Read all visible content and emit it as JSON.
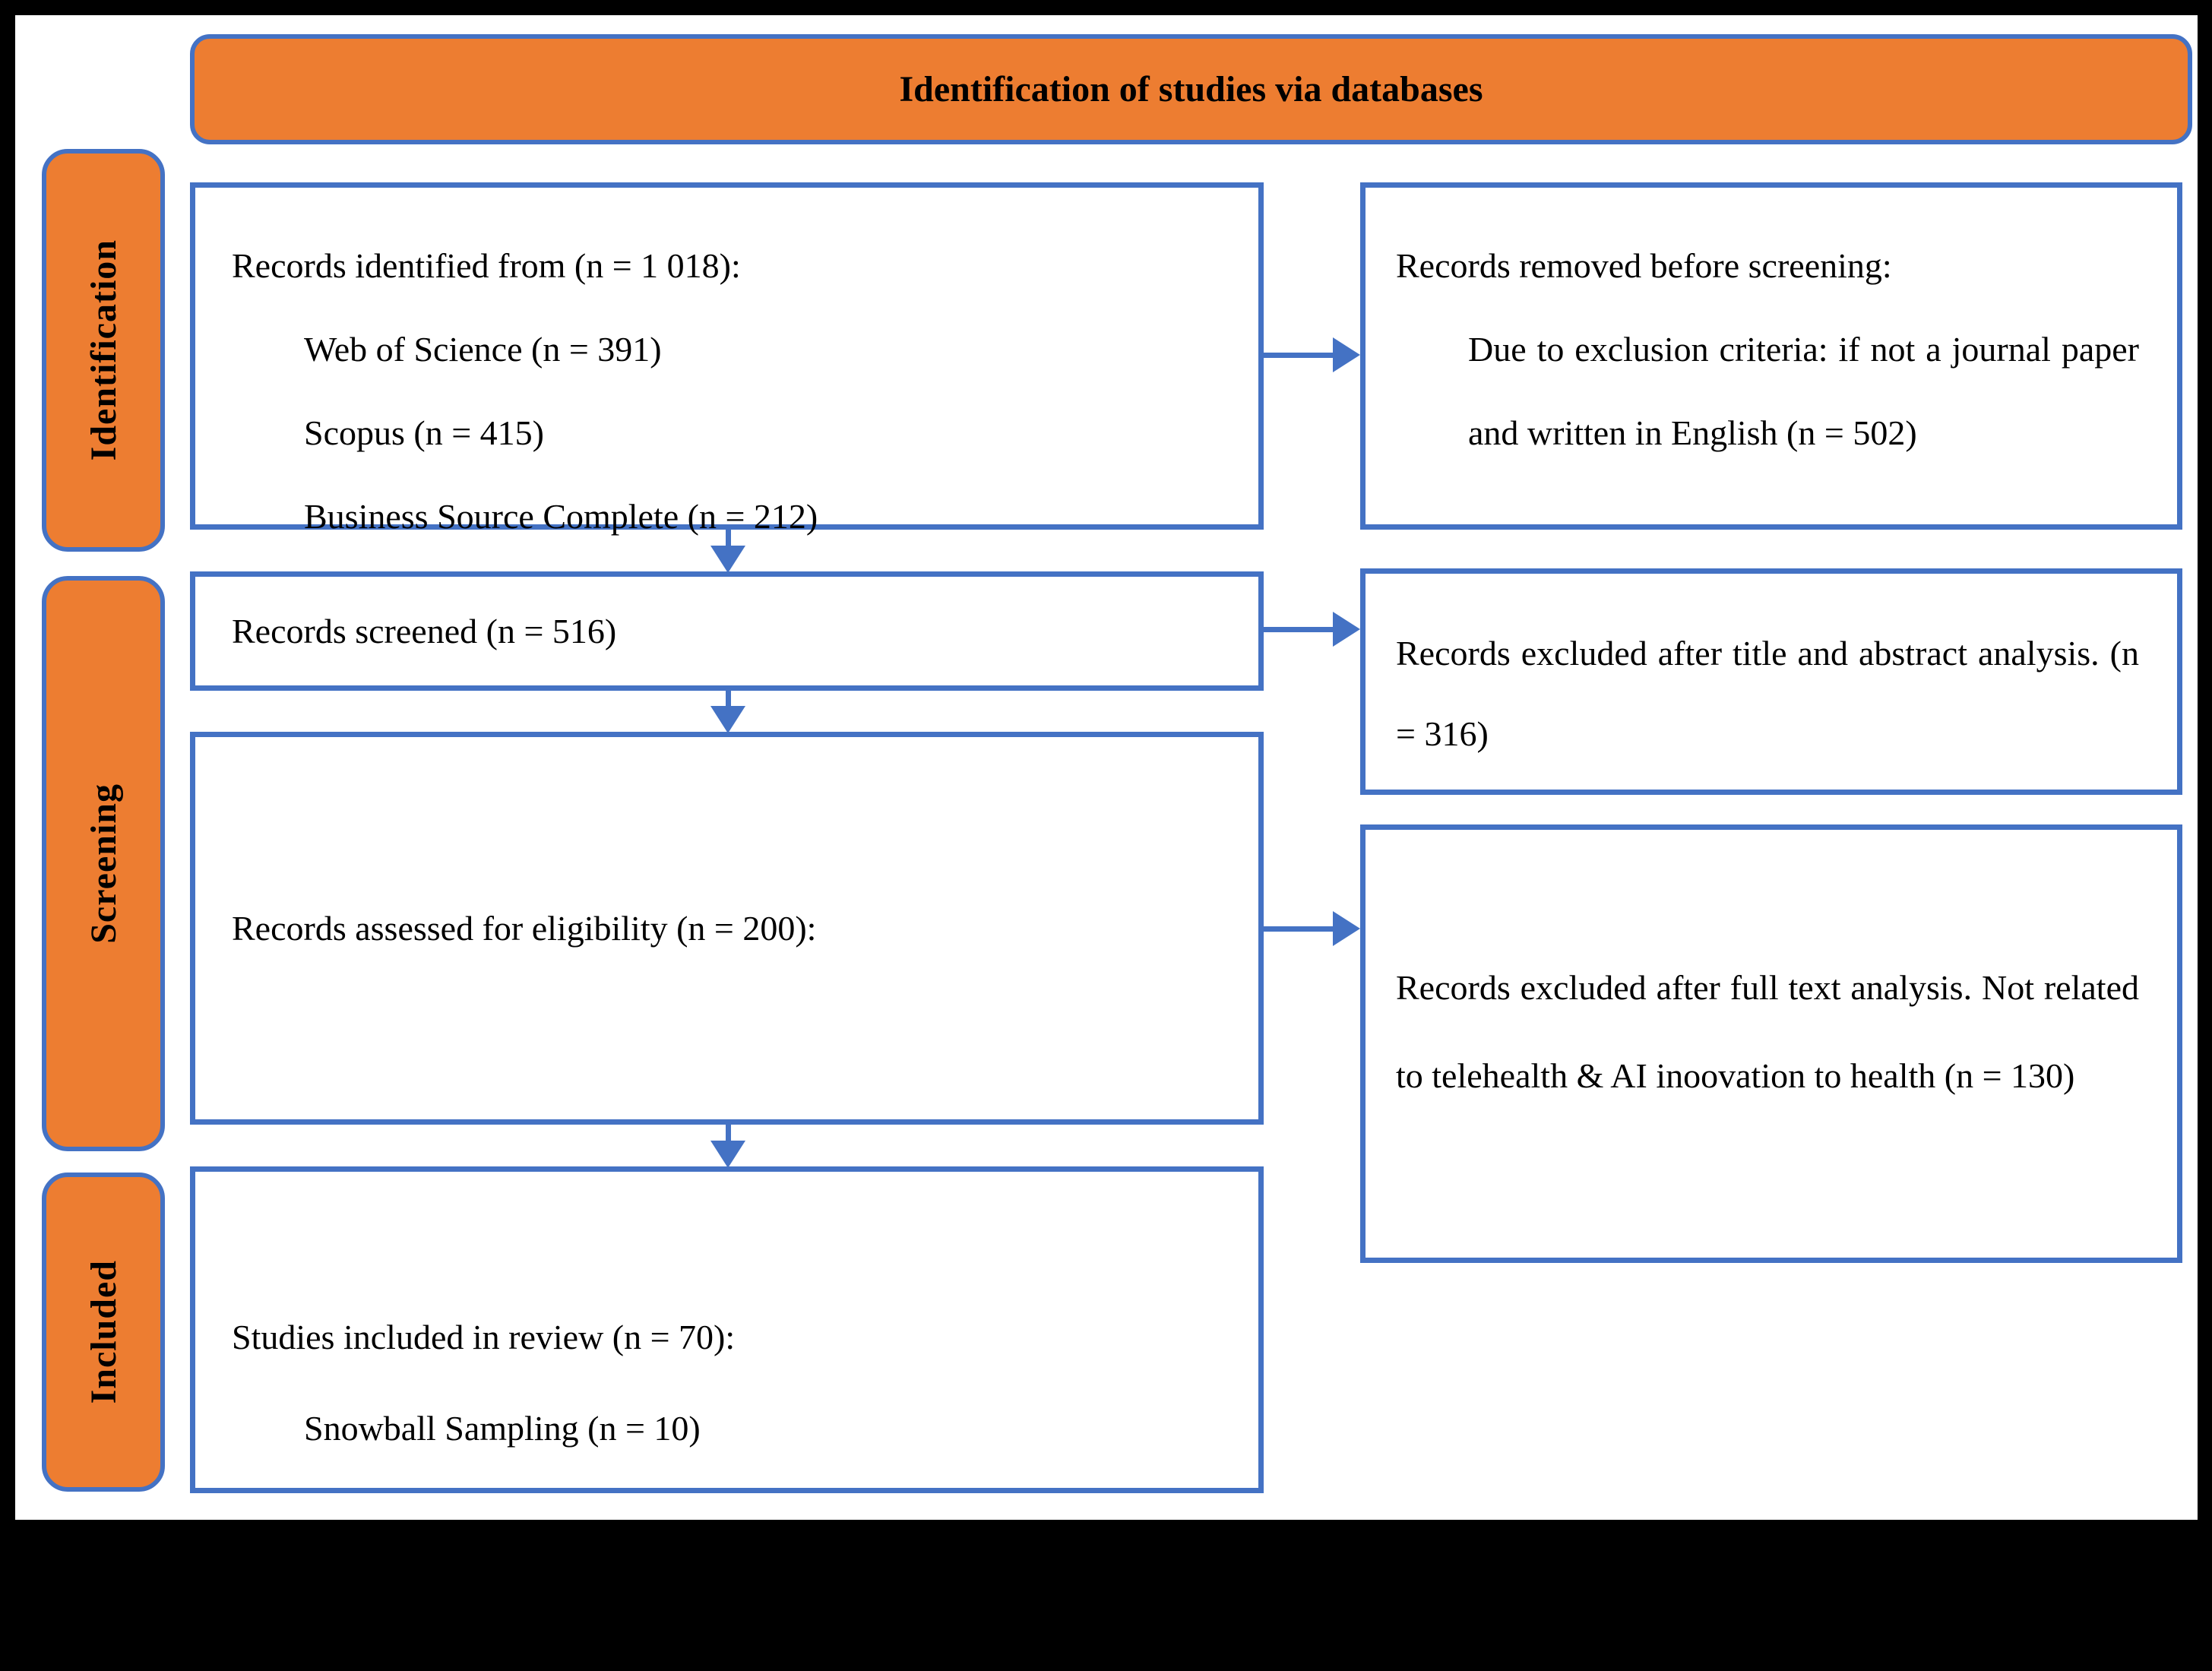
{
  "title": "Identification of studies via databases",
  "colors": {
    "stage_fill": "#ED7D31",
    "border_blue": "#4472C4",
    "background_frame": "#000000",
    "paper": "#FFFFFF",
    "text": "#000000"
  },
  "stages": {
    "identification": "Identification",
    "screening": "Screening",
    "included": "Included"
  },
  "boxes": {
    "identified": {
      "line1": "Records identified from (n = 1 018):",
      "items": [
        "Web of Science (n = 391)",
        "Scopus (n = 415)",
        "Business Source Complete (n = 212)"
      ]
    },
    "screened": {
      "text": "Records screened (n = 516)"
    },
    "assessed": {
      "text": "Records assessed for eligibility (n = 200):"
    },
    "included": {
      "line1": "Studies included in review (n = 70):",
      "items": [
        "Snowball Sampling (n = 10)"
      ]
    },
    "removed": {
      "line1": "Records removed before screening:",
      "body": "Due to exclusion criteria: if not a journal paper and written in English (n = 502)"
    },
    "excluded_title": {
      "body": "Records excluded after title and abstract analysis. (n = 316)"
    },
    "excluded_fulltext": {
      "body": "Records excluded after full text analysis. Not related to telehealth & AI inoovation to health (n = 130)"
    }
  }
}
